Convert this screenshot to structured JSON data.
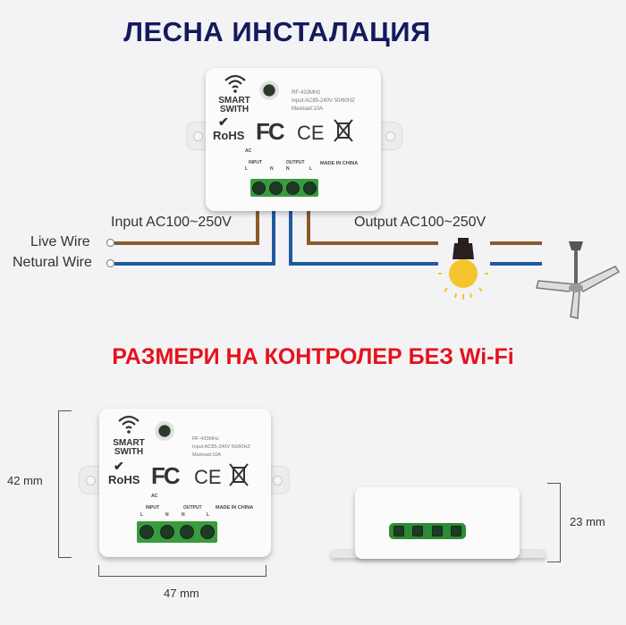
{
  "header": {
    "title": "ЛЕСНА ИНСТАЛАЦИЯ"
  },
  "wiring_diagram": {
    "module": {
      "brand_line1": "SMART",
      "brand_line2": "SWITH",
      "spec_rf": "RF-433MHz",
      "spec_input": "Input:AC85-240V 50/60HZ",
      "spec_maxload": "Maxload:10A",
      "cert_rohs": "RoHS",
      "cert_fc": "FC",
      "cert_ce": "CE",
      "ac_label": "AC",
      "input_label": "INPUT",
      "output_label": "OUTPUT",
      "term_l1": "L",
      "term_n1": "N",
      "term_n2": "N",
      "term_l2": "L",
      "made_in": "MADE IN CHINA"
    },
    "input_label": "Input AC100~250V",
    "output_label": "Output AC100~250V",
    "live_wire_label": "Live Wire",
    "neutral_wire_label": "Netural Wire",
    "colors": {
      "live": "#8b5a2b",
      "neutral": "#1f5aa0",
      "terminal": "#3a9a3f",
      "bulb": "#f5c52e"
    }
  },
  "dimensions_section": {
    "title": "РАЗМЕРИ НА КОНТРОЛЕР БЕЗ Wi-Fi",
    "height_label": "42 mm",
    "width_label": "47 mm",
    "depth_label": "23 mm",
    "module": {
      "brand_line1": "SMART",
      "brand_line2": "SWITH",
      "spec_rf": "RF-433MHz",
      "spec_input": "Input:AC85-240V 50/60HZ",
      "spec_maxload": "Maxload:10A",
      "cert_rohs": "RoHS",
      "cert_fc": "FC",
      "cert_ce": "CE",
      "ac_label": "AC",
      "input_label": "INPUT",
      "output_label": "OUTPUT",
      "term_l1": "L",
      "term_n1": "N",
      "term_n2": "N",
      "term_l2": "L",
      "made_in": "MADE IN CHINA"
    }
  },
  "colors": {
    "title_navy": "#141a5c",
    "title_red": "#e5121b",
    "background": "#f3f3f5"
  }
}
